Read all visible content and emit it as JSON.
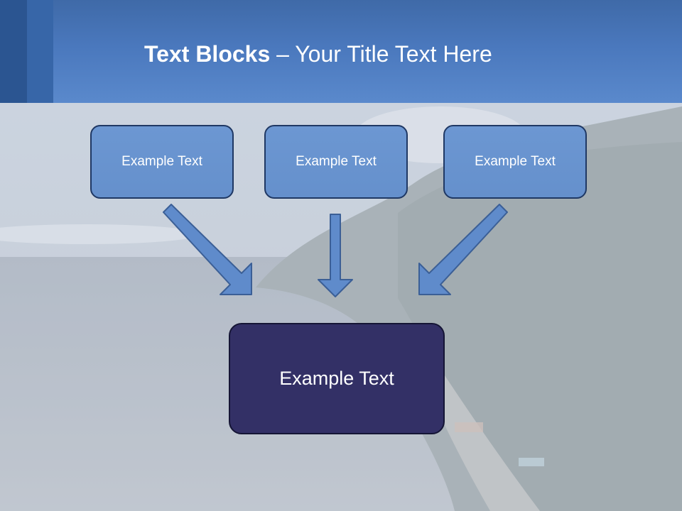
{
  "slide": {
    "title_bold": "Text Blocks",
    "title_rest": " – Your Title Text Here"
  },
  "diagram": {
    "top_boxes": [
      "Example Text",
      "Example Text",
      "Example Text"
    ],
    "bottom_box": "Example Text"
  },
  "colors": {
    "header": "#4a78bd",
    "box_fill": "#6590cc",
    "box_border": "#1f3864",
    "bottom_box_fill": "#333066",
    "arrow_fill": "#5f8bcb"
  }
}
